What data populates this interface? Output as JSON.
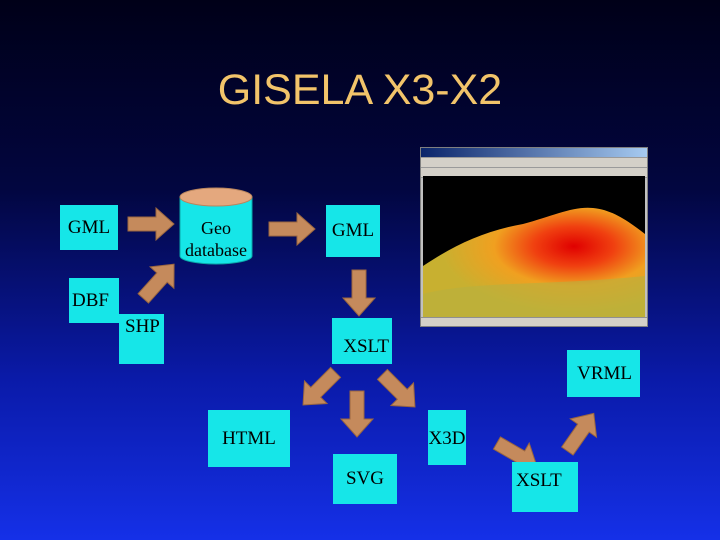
{
  "title": "GISELA X3-X2",
  "nodes": {
    "gml_source": "GML",
    "geo_database": "Geo\ndatabase",
    "gml_output": "GML",
    "dbf": "DBF",
    "shp": "SHP",
    "xslt_main": "XSLT",
    "vrml": "VRML",
    "html": "HTML",
    "x3d": "X3D",
    "svg": "SVG",
    "xslt_secondary": "XSLT"
  },
  "screenshot": {
    "description_icon": "3d-terrain-viewer-screenshot"
  },
  "colors": {
    "background_top": "#000018",
    "background_bottom": "#1530e8",
    "title": "#f2c46a",
    "box_fill": "#16e6e8",
    "arrow": "#c58a5c"
  }
}
